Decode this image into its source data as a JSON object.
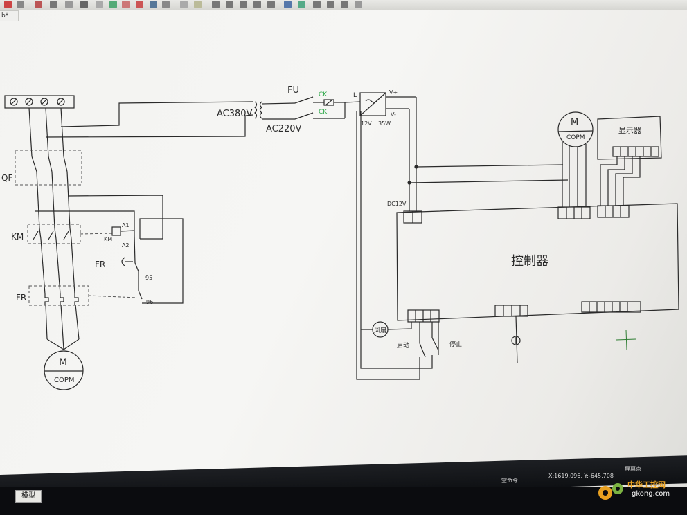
{
  "app": {
    "doc_tab_label": "b*",
    "model_tab_label": "模型"
  },
  "status": {
    "command_prompt": "空命令",
    "coordinates": "X:1619.096, Y:-645.708",
    "snap_label": "屏幕点"
  },
  "watermark": {
    "title": "中华工控网",
    "url": "gkong.com"
  },
  "drawing": {
    "supply_label": "AC380V",
    "secondary_label": "AC220V",
    "fuse_label": "FU",
    "ck_label": "CK",
    "breaker_label": "QF",
    "contactor_label": "KM",
    "coil_label": "KM",
    "coil_a1": "A1",
    "coil_a2": "A2",
    "relay_label": "FR",
    "relay_heater_label": "FR",
    "contact_95": "95",
    "contact_96": "96",
    "motor_main": "M",
    "motor_sub": "COPM",
    "psu_l": "L",
    "psu_vplus": "V+",
    "psu_vminus": "V-",
    "psu_voltage": "12V",
    "psu_power": "35W",
    "dc_label": "DC12V",
    "motor2_main": "M",
    "motor2_sub": "COPM",
    "display_label": "显示器",
    "controller_label": "控制器",
    "fan_label": "风扇",
    "start_label": "启动",
    "stop_label": "停止"
  },
  "colors": {
    "line": "#2a2a2a",
    "dashed": "#555555",
    "ck_green": "#2fa84a",
    "brand_orange": "#e8a020"
  }
}
